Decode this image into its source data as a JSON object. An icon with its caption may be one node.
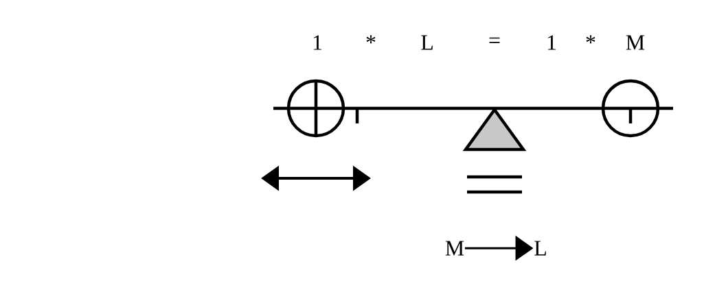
{
  "diagram": {
    "nodes": [
      {
        "text": [
          "M"
        ]
      },
      {
        "text": [
          "L"
        ]
      }
    ],
    "edges": [
      {
        "from": 0,
        "to": 1,
        "arrow": "to"
      }
    ],
    "labels": [
      "1",
      "*",
      "L",
      "=",
      "1",
      "*",
      "M"
    ]
  }
}
